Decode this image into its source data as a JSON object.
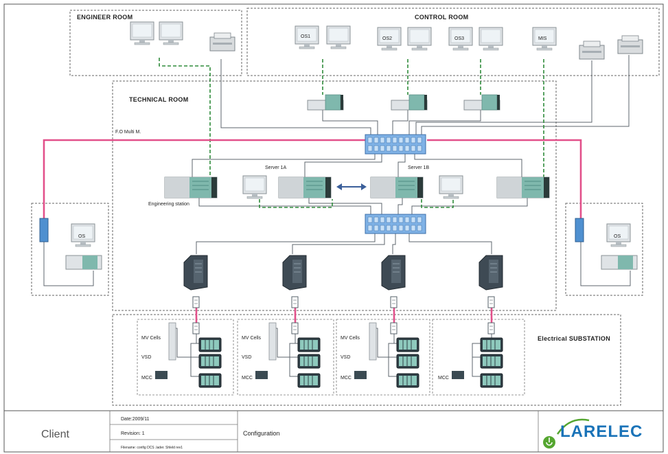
{
  "rooms": {
    "engineer_room": "ENGINEER ROOM",
    "control_room": "CONTROL ROOM",
    "technical_room": "TECHNICAL ROOM",
    "electrical_substation": "Electrical SUBSTATION"
  },
  "network": {
    "fo_label": "F.O Multi M."
  },
  "stations": {
    "os1": "OS1",
    "os2": "OS2",
    "os3": "OS3",
    "mis": "MIS",
    "os_left": "OS",
    "os_right": "OS"
  },
  "servers": {
    "server_1a": "Server 1A",
    "server_1b": "Server 1B",
    "engineering_station": "Engineering station"
  },
  "substation_labels": {
    "mv_cells": "MV Cells",
    "vsd": "VSD",
    "mcc": "MCC"
  },
  "title_block": {
    "client": "Client",
    "date": "Date:2009/11",
    "revision": "Revision: 1",
    "filename": "Filename: config DCS .lader. Shleld rev1",
    "configuration": "Configuration",
    "logo": "LARELEC"
  },
  "colors": {
    "fiber": "#e2508a",
    "switch": "#7fb2e6",
    "green_link": "#2e8b3a",
    "logo_blue": "#1a73b8",
    "logo_green": "#55a630"
  }
}
